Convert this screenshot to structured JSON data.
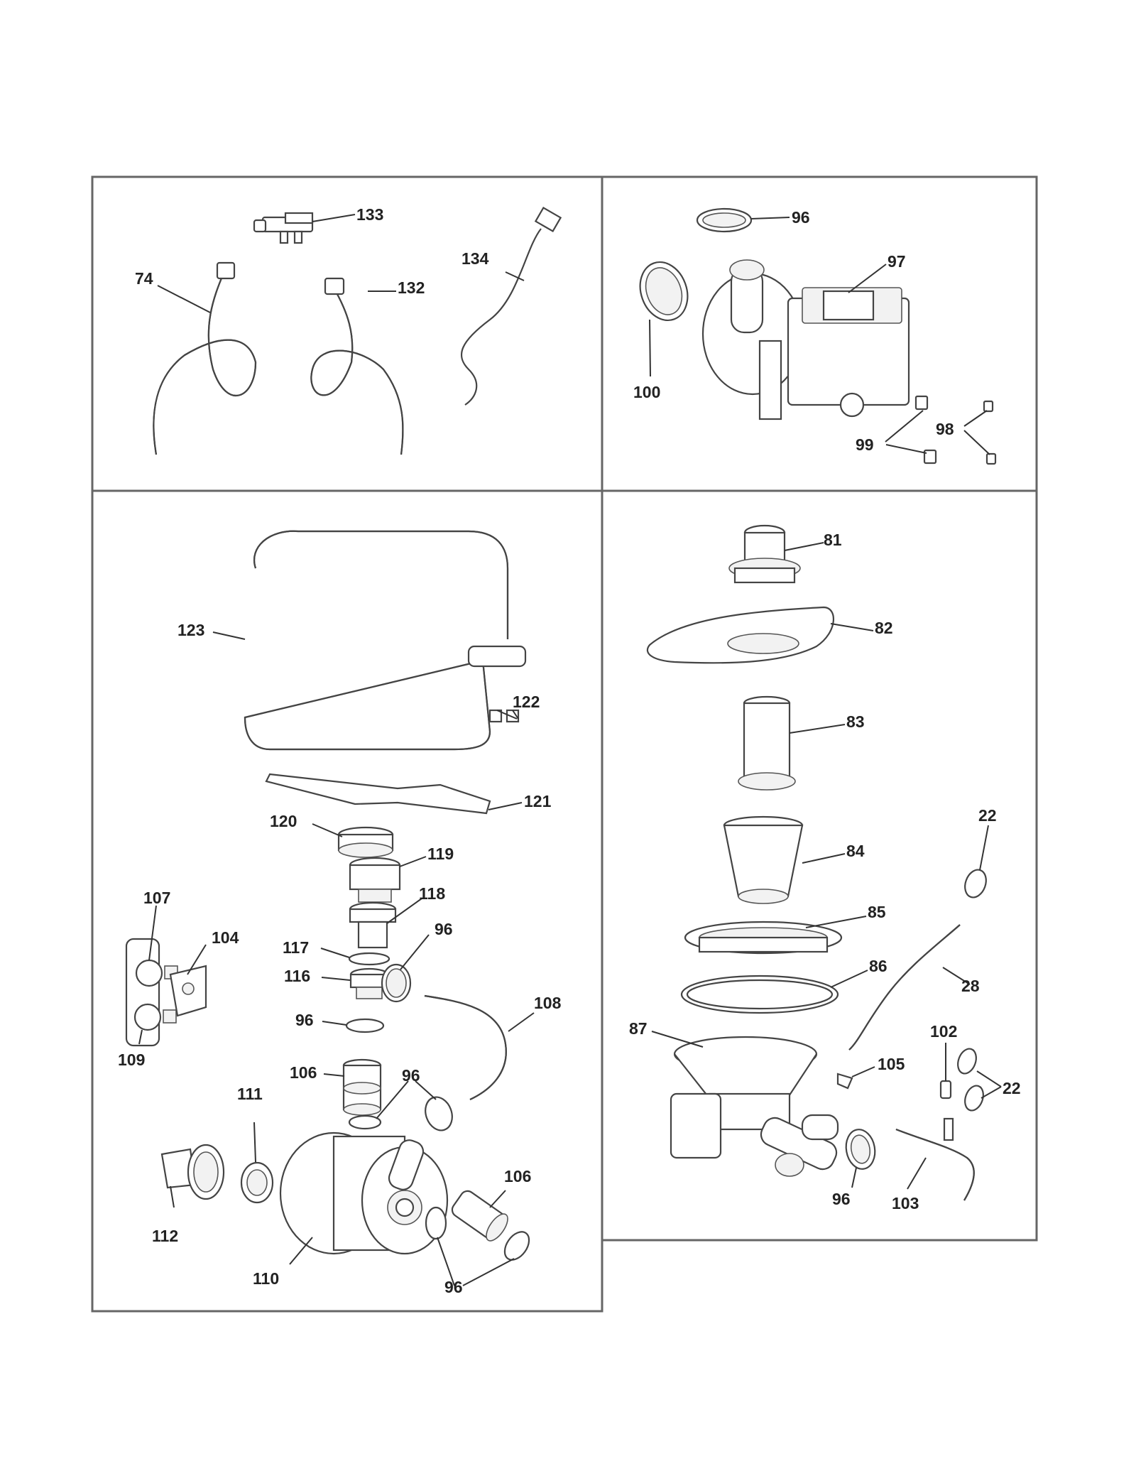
{
  "labels": {
    "p133": "133",
    "p134": "134",
    "p74": "74",
    "p132": "132",
    "p96a": "96",
    "p97": "97",
    "p100": "100",
    "p99": "99",
    "p98": "98",
    "p123": "123",
    "p122": "122",
    "p121": "121",
    "p120": "120",
    "p119": "119",
    "p118": "118",
    "p117": "117",
    "p116": "116",
    "p96b": "96",
    "p107": "107",
    "p104": "104",
    "p109": "109",
    "p108": "108",
    "p96c": "96",
    "p106a": "106",
    "p96d": "96",
    "p111": "111",
    "p112": "112",
    "p110": "110",
    "p106b": "106",
    "p96e": "96",
    "p81": "81",
    "p82": "82",
    "p83": "83",
    "p84": "84",
    "p22a": "22",
    "p85": "85",
    "p86": "86",
    "p28": "28",
    "p87": "87",
    "p102": "102",
    "p105": "105",
    "p22b": "22",
    "p96f": "96",
    "p103": "103"
  }
}
